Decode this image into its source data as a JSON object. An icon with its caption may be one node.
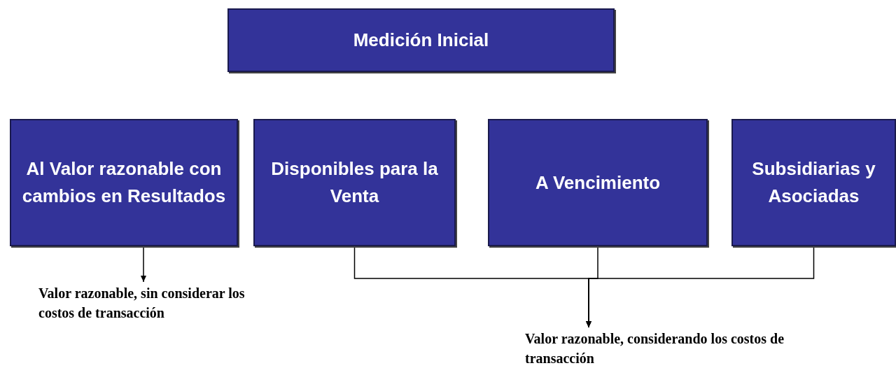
{
  "diagram": {
    "nodes": [
      {
        "text": [
          "Medición Inicial"
        ]
      },
      {
        "text": [
          "Al Valor razonable con cambios en Resultados"
        ]
      },
      {
        "text": [
          "Disponibles para la Venta"
        ]
      },
      {
        "text": [
          "A Vencimiento"
        ]
      },
      {
        "text": [
          "Subsidiarias y Asociadas"
        ]
      },
      {
        "text": [
          "Valor razonable, sin considerar los costos de transacción"
        ]
      },
      {
        "text": [
          "Valor razonable, considerando los costos de transacción"
        ]
      }
    ],
    "edges": [
      {
        "from": 1,
        "to": 5,
        "arrow": "to"
      },
      {
        "from": 2,
        "to": 6,
        "arrow": "to"
      },
      {
        "from": 3,
        "to": 6,
        "arrow": "to"
      },
      {
        "from": 4,
        "to": 6,
        "arrow": "to"
      }
    ]
  }
}
